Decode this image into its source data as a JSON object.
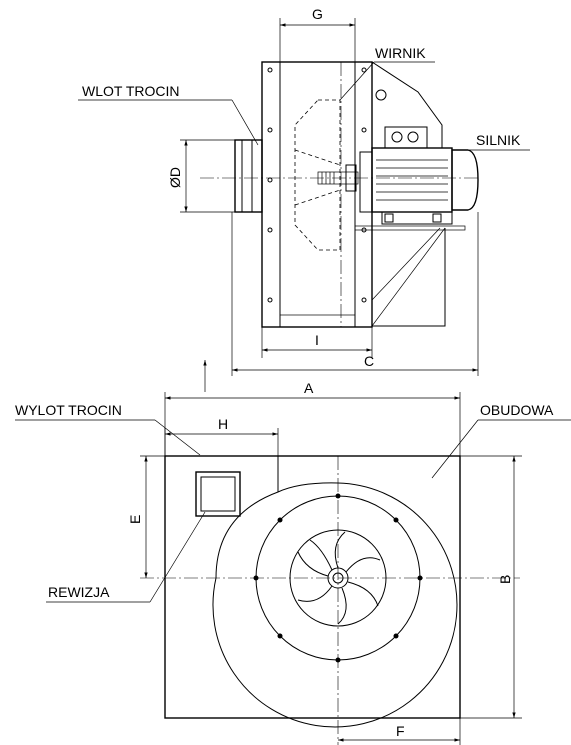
{
  "labels": {
    "wirnik": "WIRNIK",
    "wlot_trocin": "WLOT TROCIN",
    "silnik": "SILNIK",
    "wylot_trocin": "WYLOT TROCIN",
    "obudowa": "OBUDOWA",
    "rewizja": "REWIZJA"
  },
  "dimensions": {
    "g": "G",
    "d": "ØD",
    "i": "I",
    "c": "C",
    "a": "A",
    "h": "H",
    "e": "E",
    "b": "B",
    "f": "F"
  }
}
